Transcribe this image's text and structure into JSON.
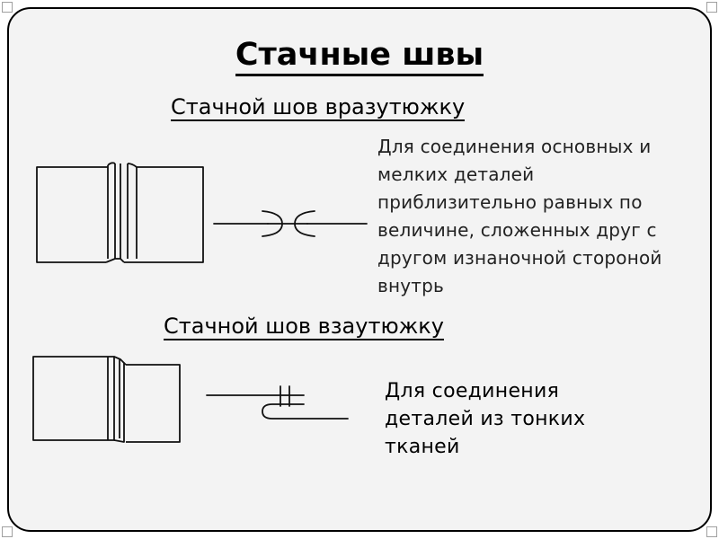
{
  "title": "Стачные швы",
  "seams": [
    {
      "heading": "Стачной шов вразутюжку",
      "description": "Для соединения основных и мелких деталей приблизительно равных по величине, сложенных друг с другом изнаночной стороной внутрь"
    },
    {
      "heading": "Стачной шов взаутюжку",
      "description": "Для соединения деталей из тонких тканей"
    }
  ]
}
